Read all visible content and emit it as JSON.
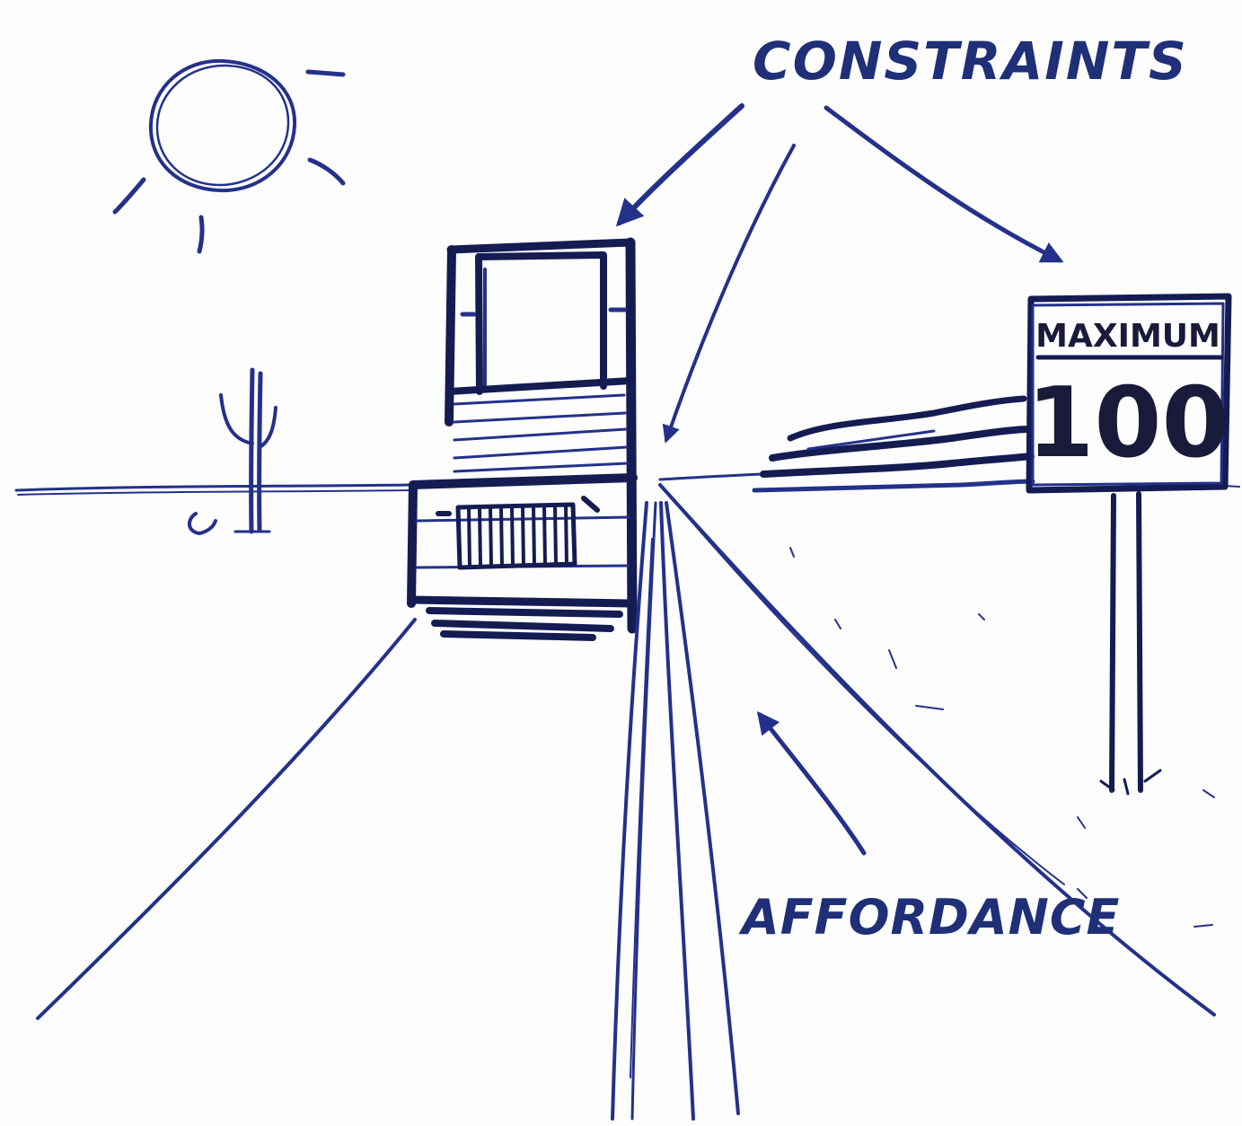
{
  "labels": {
    "constraints": "CONSTRAINTS",
    "affordance": "AFFORDANCE"
  },
  "sign": {
    "heading": "MAXIMUM",
    "value": "100"
  },
  "colors": {
    "ink": "#24318a",
    "ink_dark": "#141c52",
    "paper": "#fdfdfd"
  },
  "icons": [
    "sun-icon",
    "cactus-icon",
    "truck-icon",
    "road-icon",
    "speed-sign-icon",
    "arrow-icon"
  ]
}
